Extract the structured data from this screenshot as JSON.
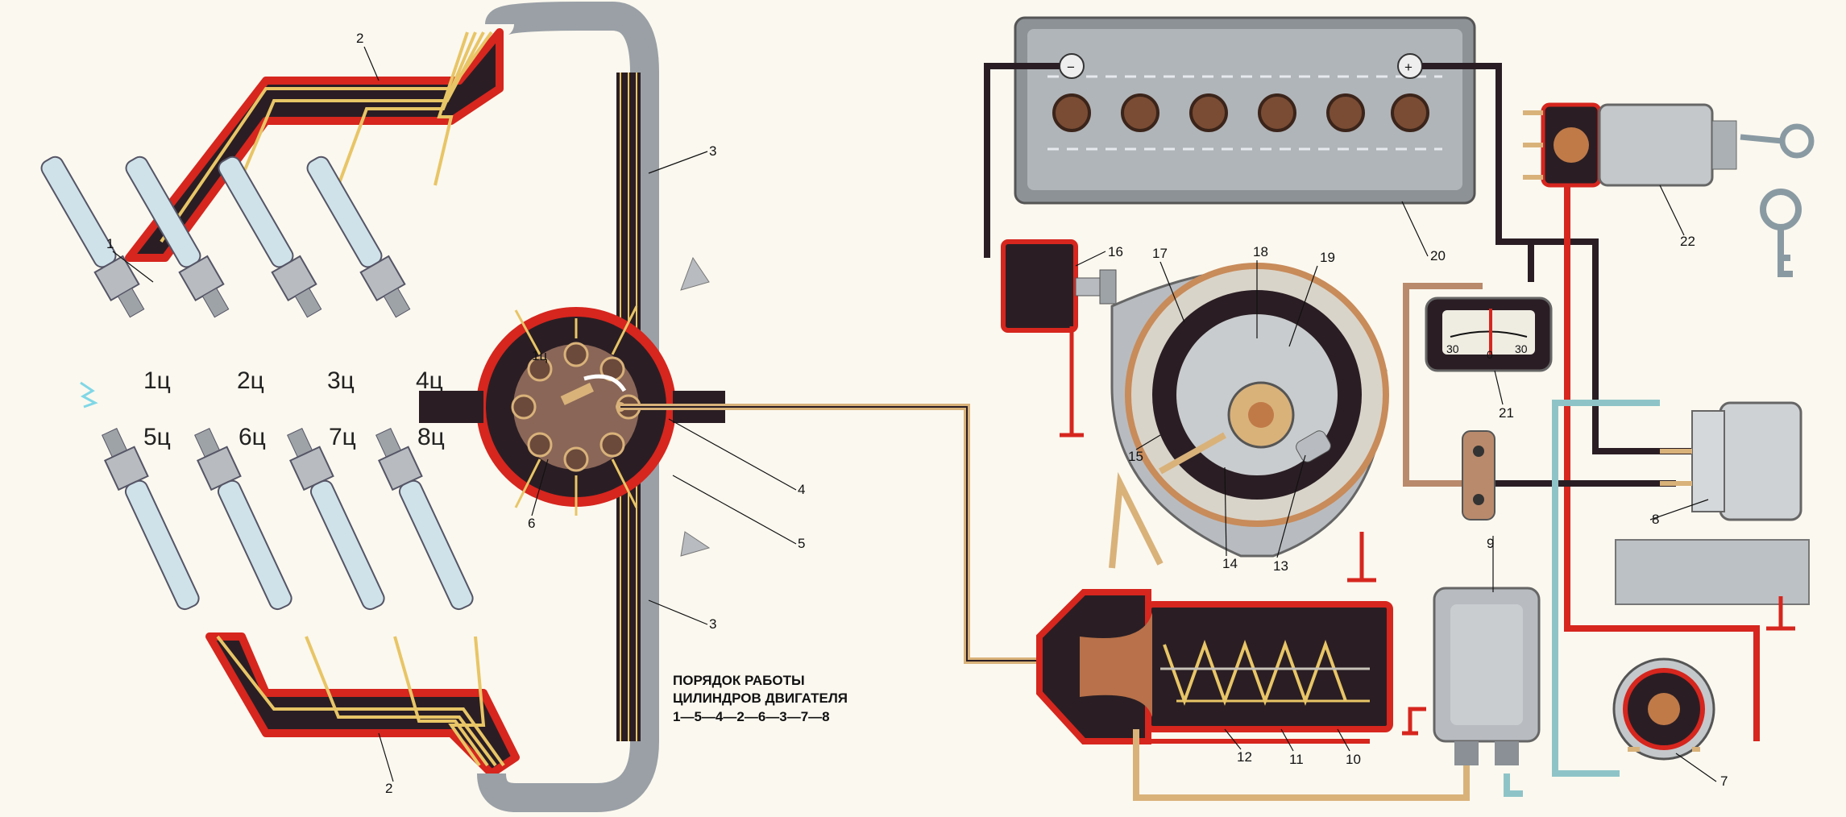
{
  "cylinders": {
    "top": [
      "1ц",
      "2ц",
      "3ц",
      "4ц"
    ],
    "bottom": [
      "5ц",
      "6ц",
      "7ц",
      "8ц"
    ]
  },
  "distributor_cap": {
    "rotor_label": "1ц"
  },
  "firing_order": {
    "line1": "ПОРЯДОК РАБОТЫ",
    "line2": "ЦИЛИНДРОВ ДВИГАТЕЛЯ",
    "line3": "1—5—4—2—6—3—7—8"
  },
  "ammeter": {
    "scale_left": "30",
    "scale_mid": "0",
    "scale_right": "30"
  },
  "battery": {
    "minus_symbol": "−",
    "plus_symbol": "+"
  },
  "callouts": {
    "c1": "1",
    "c2a": "2",
    "c2b": "2",
    "c3a": "3",
    "c3b": "3",
    "c4": "4",
    "c5": "5",
    "c6": "6",
    "c7": "7",
    "c8": "8",
    "c9": "9",
    "c10": "10",
    "c11": "11",
    "c12": "12",
    "c13": "13",
    "c14": "14",
    "c15": "15",
    "c16": "16",
    "c17": "17",
    "c18": "18",
    "c19": "19",
    "c20": "20",
    "c21": "21",
    "c22": "22"
  }
}
